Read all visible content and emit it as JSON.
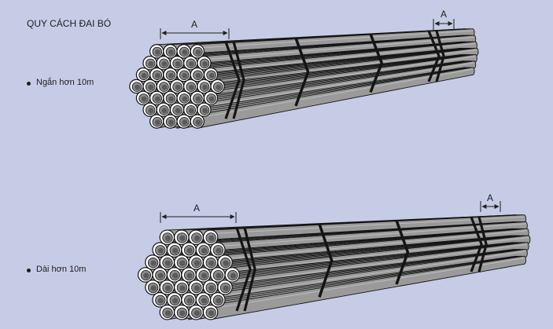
{
  "title": "QUY CÁCH ĐAI BÓ",
  "bundles": [
    {
      "label": "Ngắn hơn 10m",
      "dimension_label_near": "A",
      "dimension_label_far": "A"
    },
    {
      "label": "Dài hơn 10m",
      "dimension_label_near": "A",
      "dimension_label_far": "A"
    }
  ],
  "colors": {
    "background": "#c6cce6",
    "pipe_fill": "#9a9a9a",
    "pipe_highlight": "#bdbdbd",
    "outline": "#141414",
    "strap": "#141414"
  }
}
